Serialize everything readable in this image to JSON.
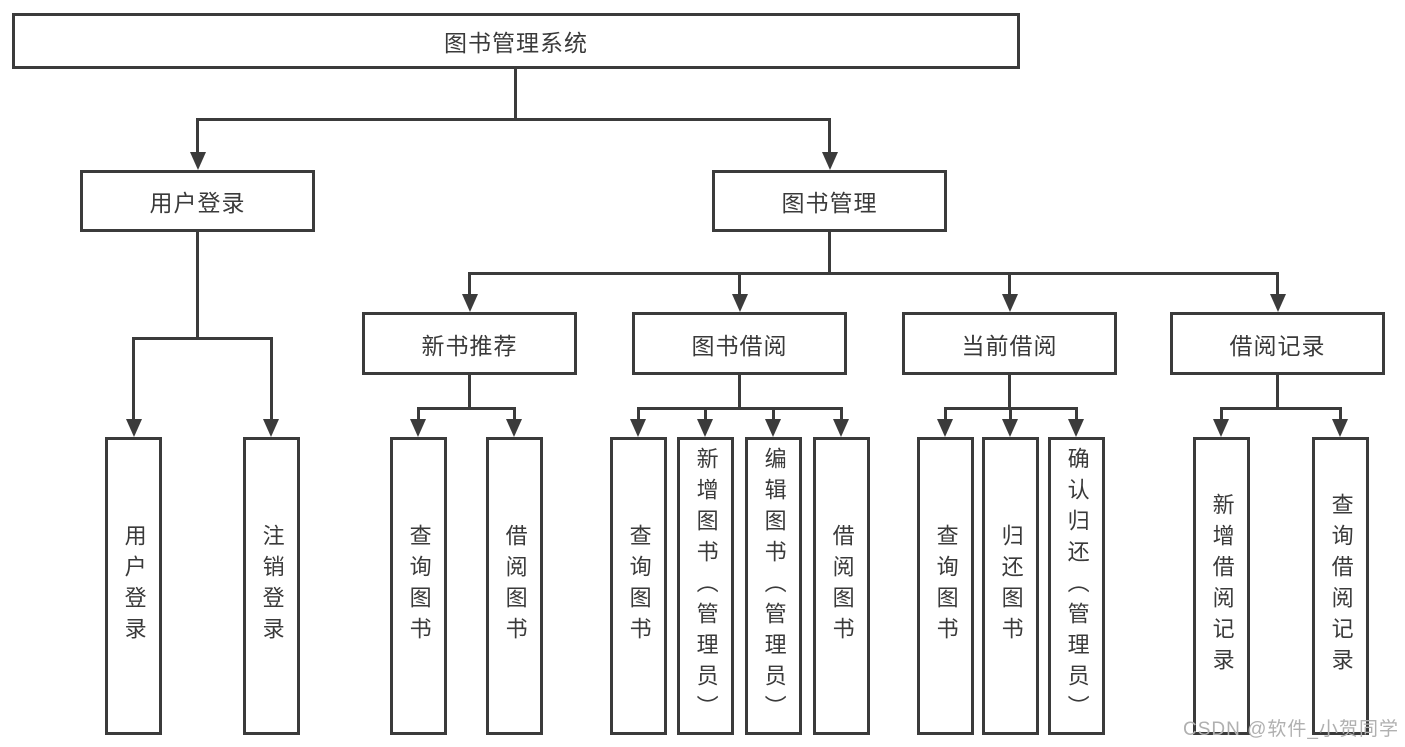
{
  "diagram": {
    "title": "图书管理系统",
    "root": {
      "label": "图书管理系统"
    },
    "branches": [
      {
        "label": "用户登录",
        "leaves": [
          "用户登录",
          "注销登录"
        ]
      },
      {
        "label": "图书管理",
        "children": [
          {
            "label": "新书推荐",
            "leaves": [
              "查询图书",
              "借阅图书"
            ]
          },
          {
            "label": "图书借阅",
            "leaves": [
              "查询图书",
              "新增图书（管理员）",
              "编辑图书（管理员）",
              "借阅图书"
            ]
          },
          {
            "label": "当前借阅",
            "leaves": [
              "查询图书",
              "归还图书",
              "确认归还（管理员）"
            ]
          },
          {
            "label": "借阅记录",
            "leaves": [
              "新增借阅记录",
              "查询借阅记录"
            ]
          }
        ]
      }
    ]
  },
  "watermark": {
    "text": "CSDN @软件_小贺同学"
  },
  "colors": {
    "line": "#3b3b3b",
    "text": "#3a3a3a",
    "background": "#ffffff",
    "watermark": "#b0b0b0"
  }
}
